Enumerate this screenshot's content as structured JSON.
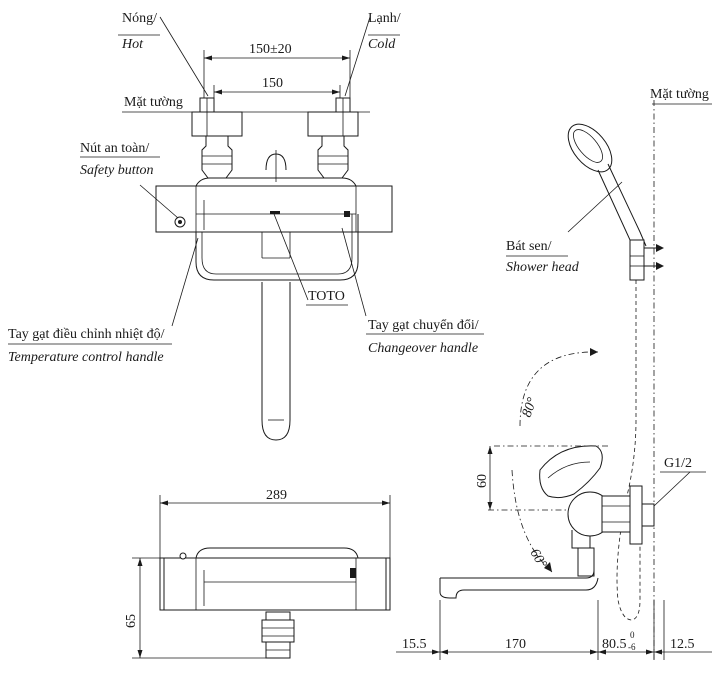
{
  "labels": {
    "hot_vi": "Nóng/",
    "hot_en": "Hot",
    "cold_vi": "Lạnh/",
    "cold_en": "Cold",
    "wall_left": "Mặt tường",
    "wall_right": "Mặt tường",
    "safety_vi": "Nút an toàn/",
    "safety_en": "Safety button",
    "temp_vi": "Tay gạt điều chỉnh nhiệt độ/",
    "temp_en": "Temperature control handle",
    "brand": "TOTO",
    "change_vi": "Tay gạt chuyển đổi/",
    "change_en": "Changeover handle",
    "shower_vi": "Bát sen/",
    "shower_en": "Shower head",
    "thread": "G1/2"
  },
  "dimensions": {
    "centers_range": "150±20",
    "centers": "150",
    "width_total": "289",
    "height_front": "65",
    "spout_offset": "15.5",
    "spout_length": "170",
    "body_depth_main": "80.5",
    "body_depth_sup": "0",
    "body_depth_sub": "-6",
    "wall_offset": "12.5",
    "angle_top": "80°",
    "angle_bottom": "60°",
    "height_side": "60"
  }
}
